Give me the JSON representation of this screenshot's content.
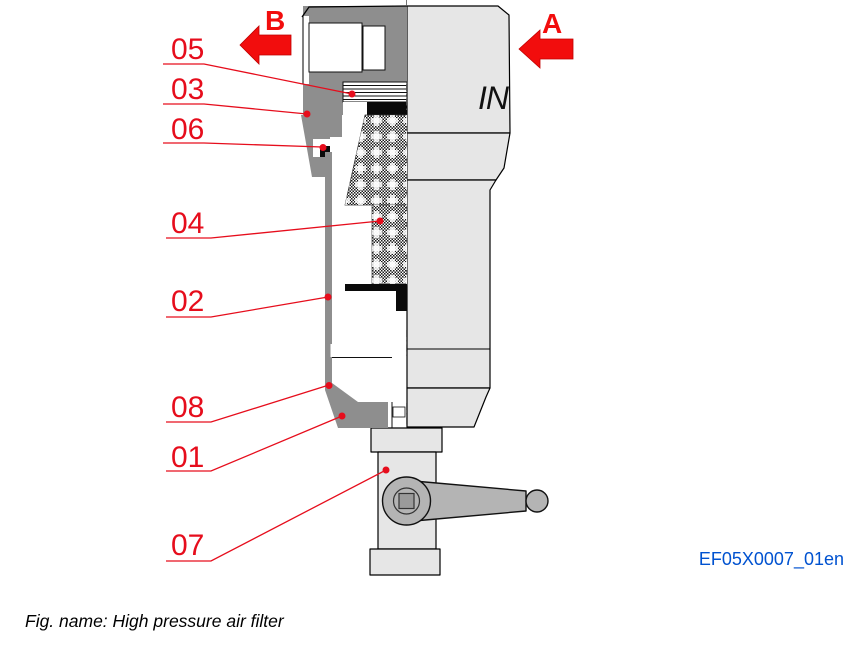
{
  "figure": {
    "caption": "Fig. name: High pressure air filter",
    "doc_code": "EF05X0007_01en",
    "flow": {
      "inlet_arrow_label": "A",
      "outlet_arrow_label": "B",
      "inlet_port_text": "IN"
    },
    "callouts": [
      {
        "label": "05"
      },
      {
        "label": "03"
      },
      {
        "label": "06"
      },
      {
        "label": "04"
      },
      {
        "label": "02"
      },
      {
        "label": "08"
      },
      {
        "label": "01"
      },
      {
        "label": "07"
      }
    ],
    "colors": {
      "callout_red": "#e60d1c",
      "arrow_red": "#f20d0d",
      "code_blue": "#0052d0",
      "section_gray": "#8e8e8e",
      "body_gray": "#e6e6e6",
      "lever_gray": "#b4b4b4"
    }
  }
}
